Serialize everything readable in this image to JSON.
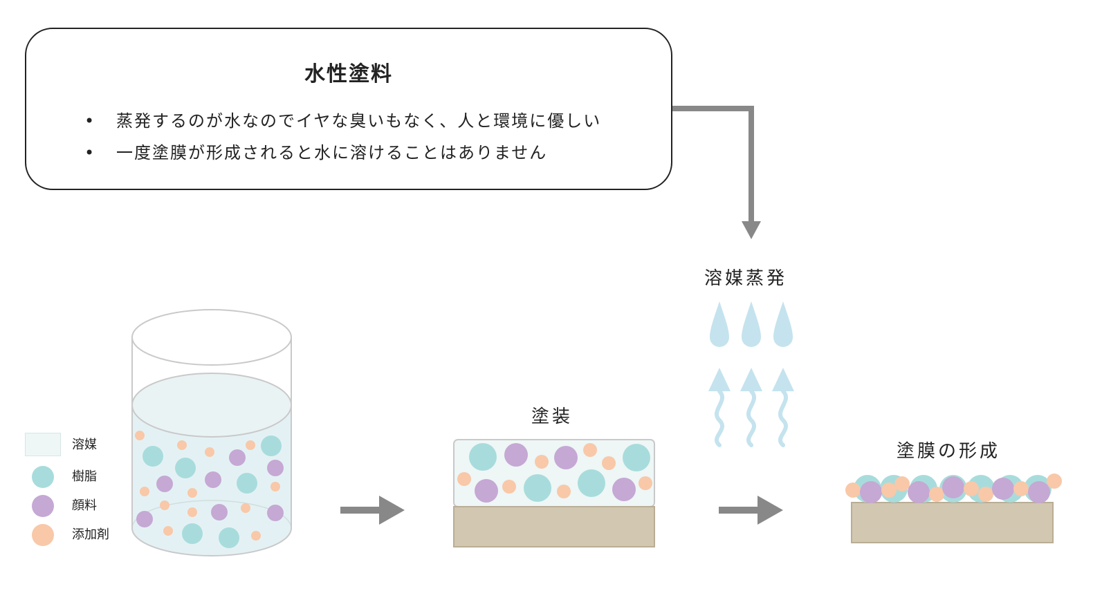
{
  "info": {
    "title": "水性塗料",
    "bullets": [
      "蒸発するのが水なのでイヤな臭いもなく、人と環境に優しい",
      "一度塗膜が形成されると水に溶けることはありません"
    ],
    "bullet_symbol": "•"
  },
  "labels": {
    "evaporation": "溶媒蒸発",
    "coating": "塗装",
    "film": "塗膜の形成"
  },
  "legend": [
    {
      "name": "溶媒",
      "kind": "box",
      "color": "#eef6f6"
    },
    {
      "name": "樹脂",
      "kind": "dot",
      "color": "#a8dcdc"
    },
    {
      "name": "顔料",
      "kind": "dot",
      "color": "#c5a8d4"
    },
    {
      "name": "添加剤",
      "kind": "dot",
      "color": "#f8c8a8"
    }
  ],
  "colors": {
    "solvent": "#e4f1f4",
    "resin": "#a8dcdc",
    "pigment": "#c5a8d4",
    "additive": "#f8c8a8",
    "substrate": "#d2c7b0",
    "arrow": "#888888",
    "droplet": "#c4e3ee"
  }
}
